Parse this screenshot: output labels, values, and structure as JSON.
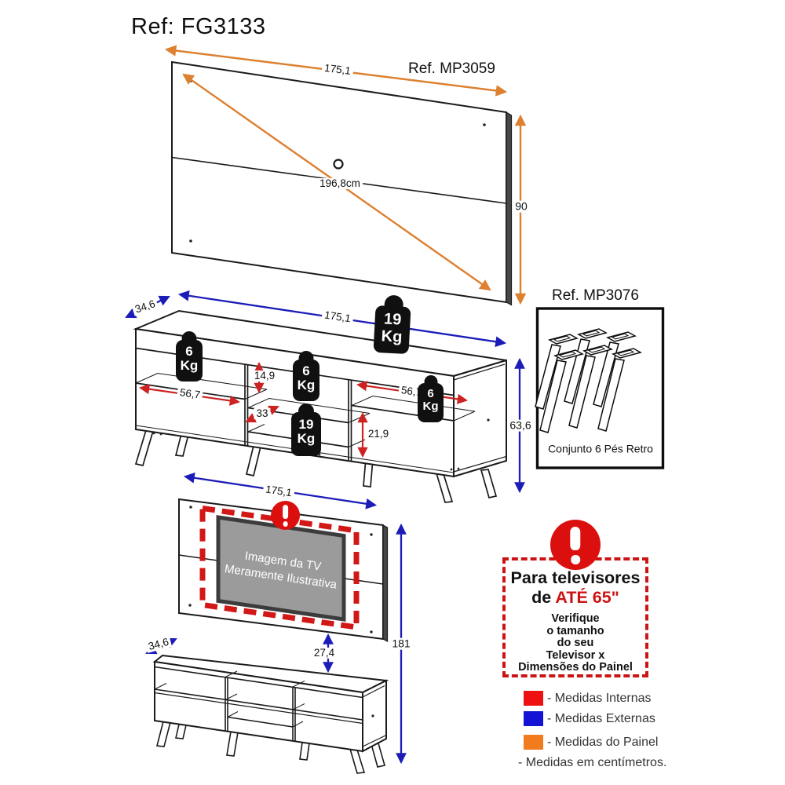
{
  "title": "Ref: FG3133",
  "colors": {
    "panel_measure_orange": "#dd8030",
    "external_measure_blue": "#1c1cb8",
    "internal_measure_red": "#cc2222",
    "legend_red": "#ee1111",
    "legend_blue": "#1313d6",
    "legend_orange": "#f07c1e",
    "warning_red": "#cc1414"
  },
  "top_panel": {
    "ref": "Ref. MP3059",
    "width": "175,1",
    "height": "90",
    "diagonal": "196,8cm"
  },
  "rack": {
    "depth": "34,6",
    "width": "175,1",
    "height": "63,6",
    "left_width": "56,7",
    "top_gap": "14,9",
    "middle_width": "33",
    "right_width": "56,7",
    "right_height": "21,9",
    "weight_top": {
      "value": "19",
      "unit": "Kg"
    },
    "weight_left": {
      "value": "6",
      "unit": "Kg"
    },
    "weight_mid_upper": {
      "value": "6",
      "unit": "Kg"
    },
    "weight_mid_lower": {
      "value": "19",
      "unit": "Kg"
    },
    "weight_right": {
      "value": "6",
      "unit": "Kg"
    }
  },
  "feet_kit": {
    "ref": "Ref. MP3076",
    "caption": "Conjunto 6 Pés Retro"
  },
  "combo": {
    "width": "175,1",
    "total_height": "181",
    "panel_rack_gap": "27,4",
    "depth": "34,6",
    "tv_note": {
      "line1": "Imagem da TV",
      "line2": "Meramente Ilustrativa"
    }
  },
  "warning": {
    "title_line1": "Para televisores",
    "title_line2_black": "de ",
    "title_line2_red": "ATÉ 65\"",
    "body_lines": [
      "Verifique",
      "o tamanho",
      "do seu",
      "Televisor x",
      "Dimensões do Painel"
    ]
  },
  "legend": {
    "internal": "- Medidas Internas",
    "external": "- Medidas Externas",
    "panel": "- Medidas do Painel",
    "footnote": "- Medidas em centímetros."
  }
}
